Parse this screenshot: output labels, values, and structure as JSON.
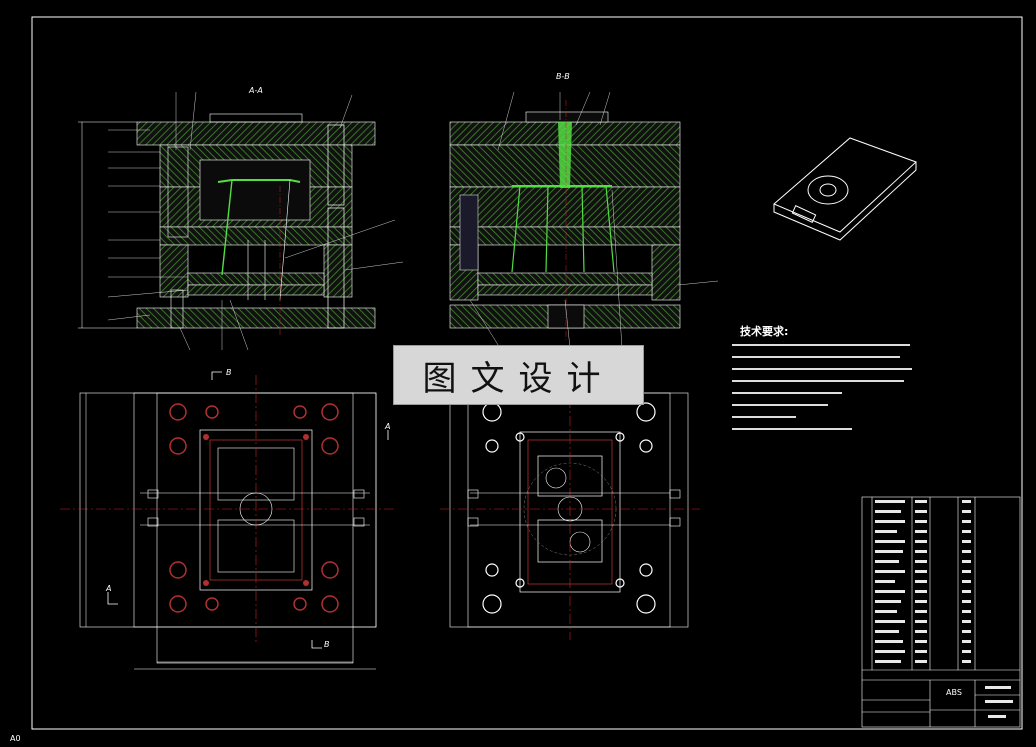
{
  "drawing": {
    "background": "#000000",
    "line_color": "#ffffff",
    "hatch_color": "#3f8f2a",
    "centerline_color": "#cc2020",
    "hole_color": "#b03030",
    "highlight_color": "#55dd44"
  },
  "section_labels": {
    "aa": "A-A",
    "bb": "B-B",
    "view_a_1": "A",
    "view_a_2": "A",
    "view_b_1": "B",
    "view_b_2": "B"
  },
  "watermark": "图文设计",
  "tech_requirements": {
    "title": "技术要求:",
    "line_count": 8
  },
  "title_block": {
    "material": "ABS",
    "sheet_code": "A0"
  }
}
